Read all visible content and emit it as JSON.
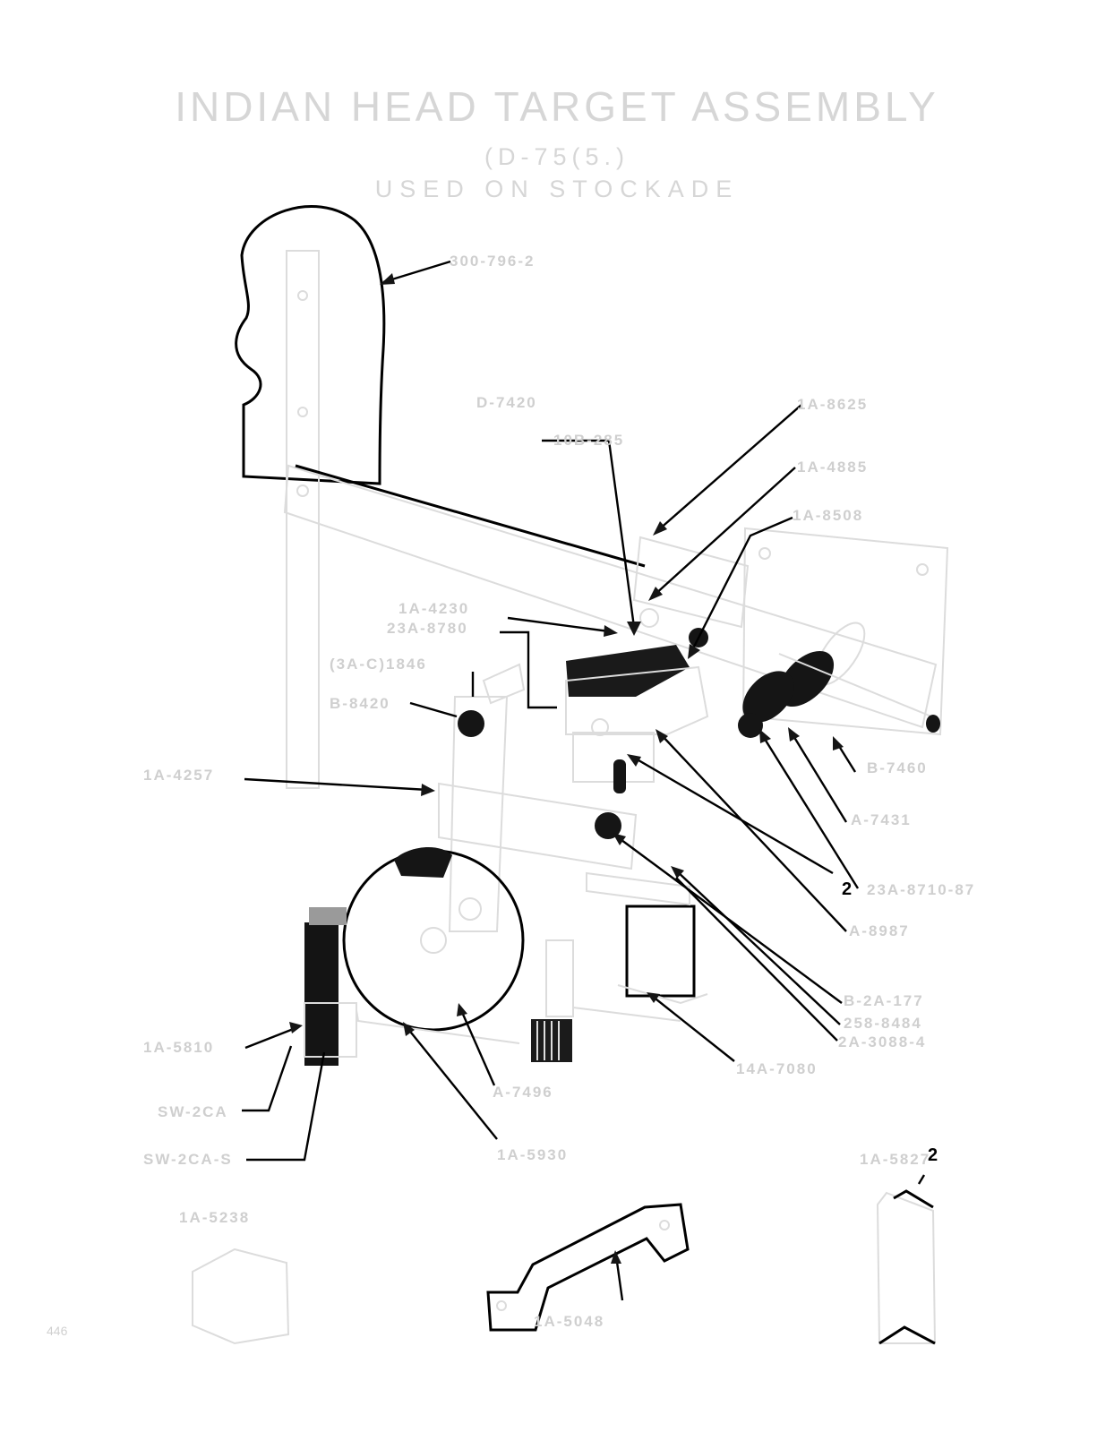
{
  "title": {
    "main": "INDIAN HEAD TARGET ASSEMBLY",
    "code": "(D-75(5.)",
    "usage": "USED ON STOCKADE"
  },
  "callouts": [
    "300-796-2",
    "D-7420",
    "10B-285",
    "1A-8625",
    "1A-4885",
    "1A-8508",
    "1A-4230",
    "23A-8780",
    "(3A-C)1846",
    "B-8420",
    "1A-4257",
    "B-7460",
    "A-7431",
    "23A-8710-87",
    "A-8987",
    "B-2A-177",
    "258-8484",
    "2A-3088-4",
    "14A-7080",
    "A-7496",
    "1A-5810",
    "SW-2CA",
    "SW-2CA-S",
    "1A-5930",
    "1A-5238",
    "1A-5048",
    "1A-5827"
  ],
  "marks": [
    "2",
    "2"
  ],
  "page_number": "446"
}
